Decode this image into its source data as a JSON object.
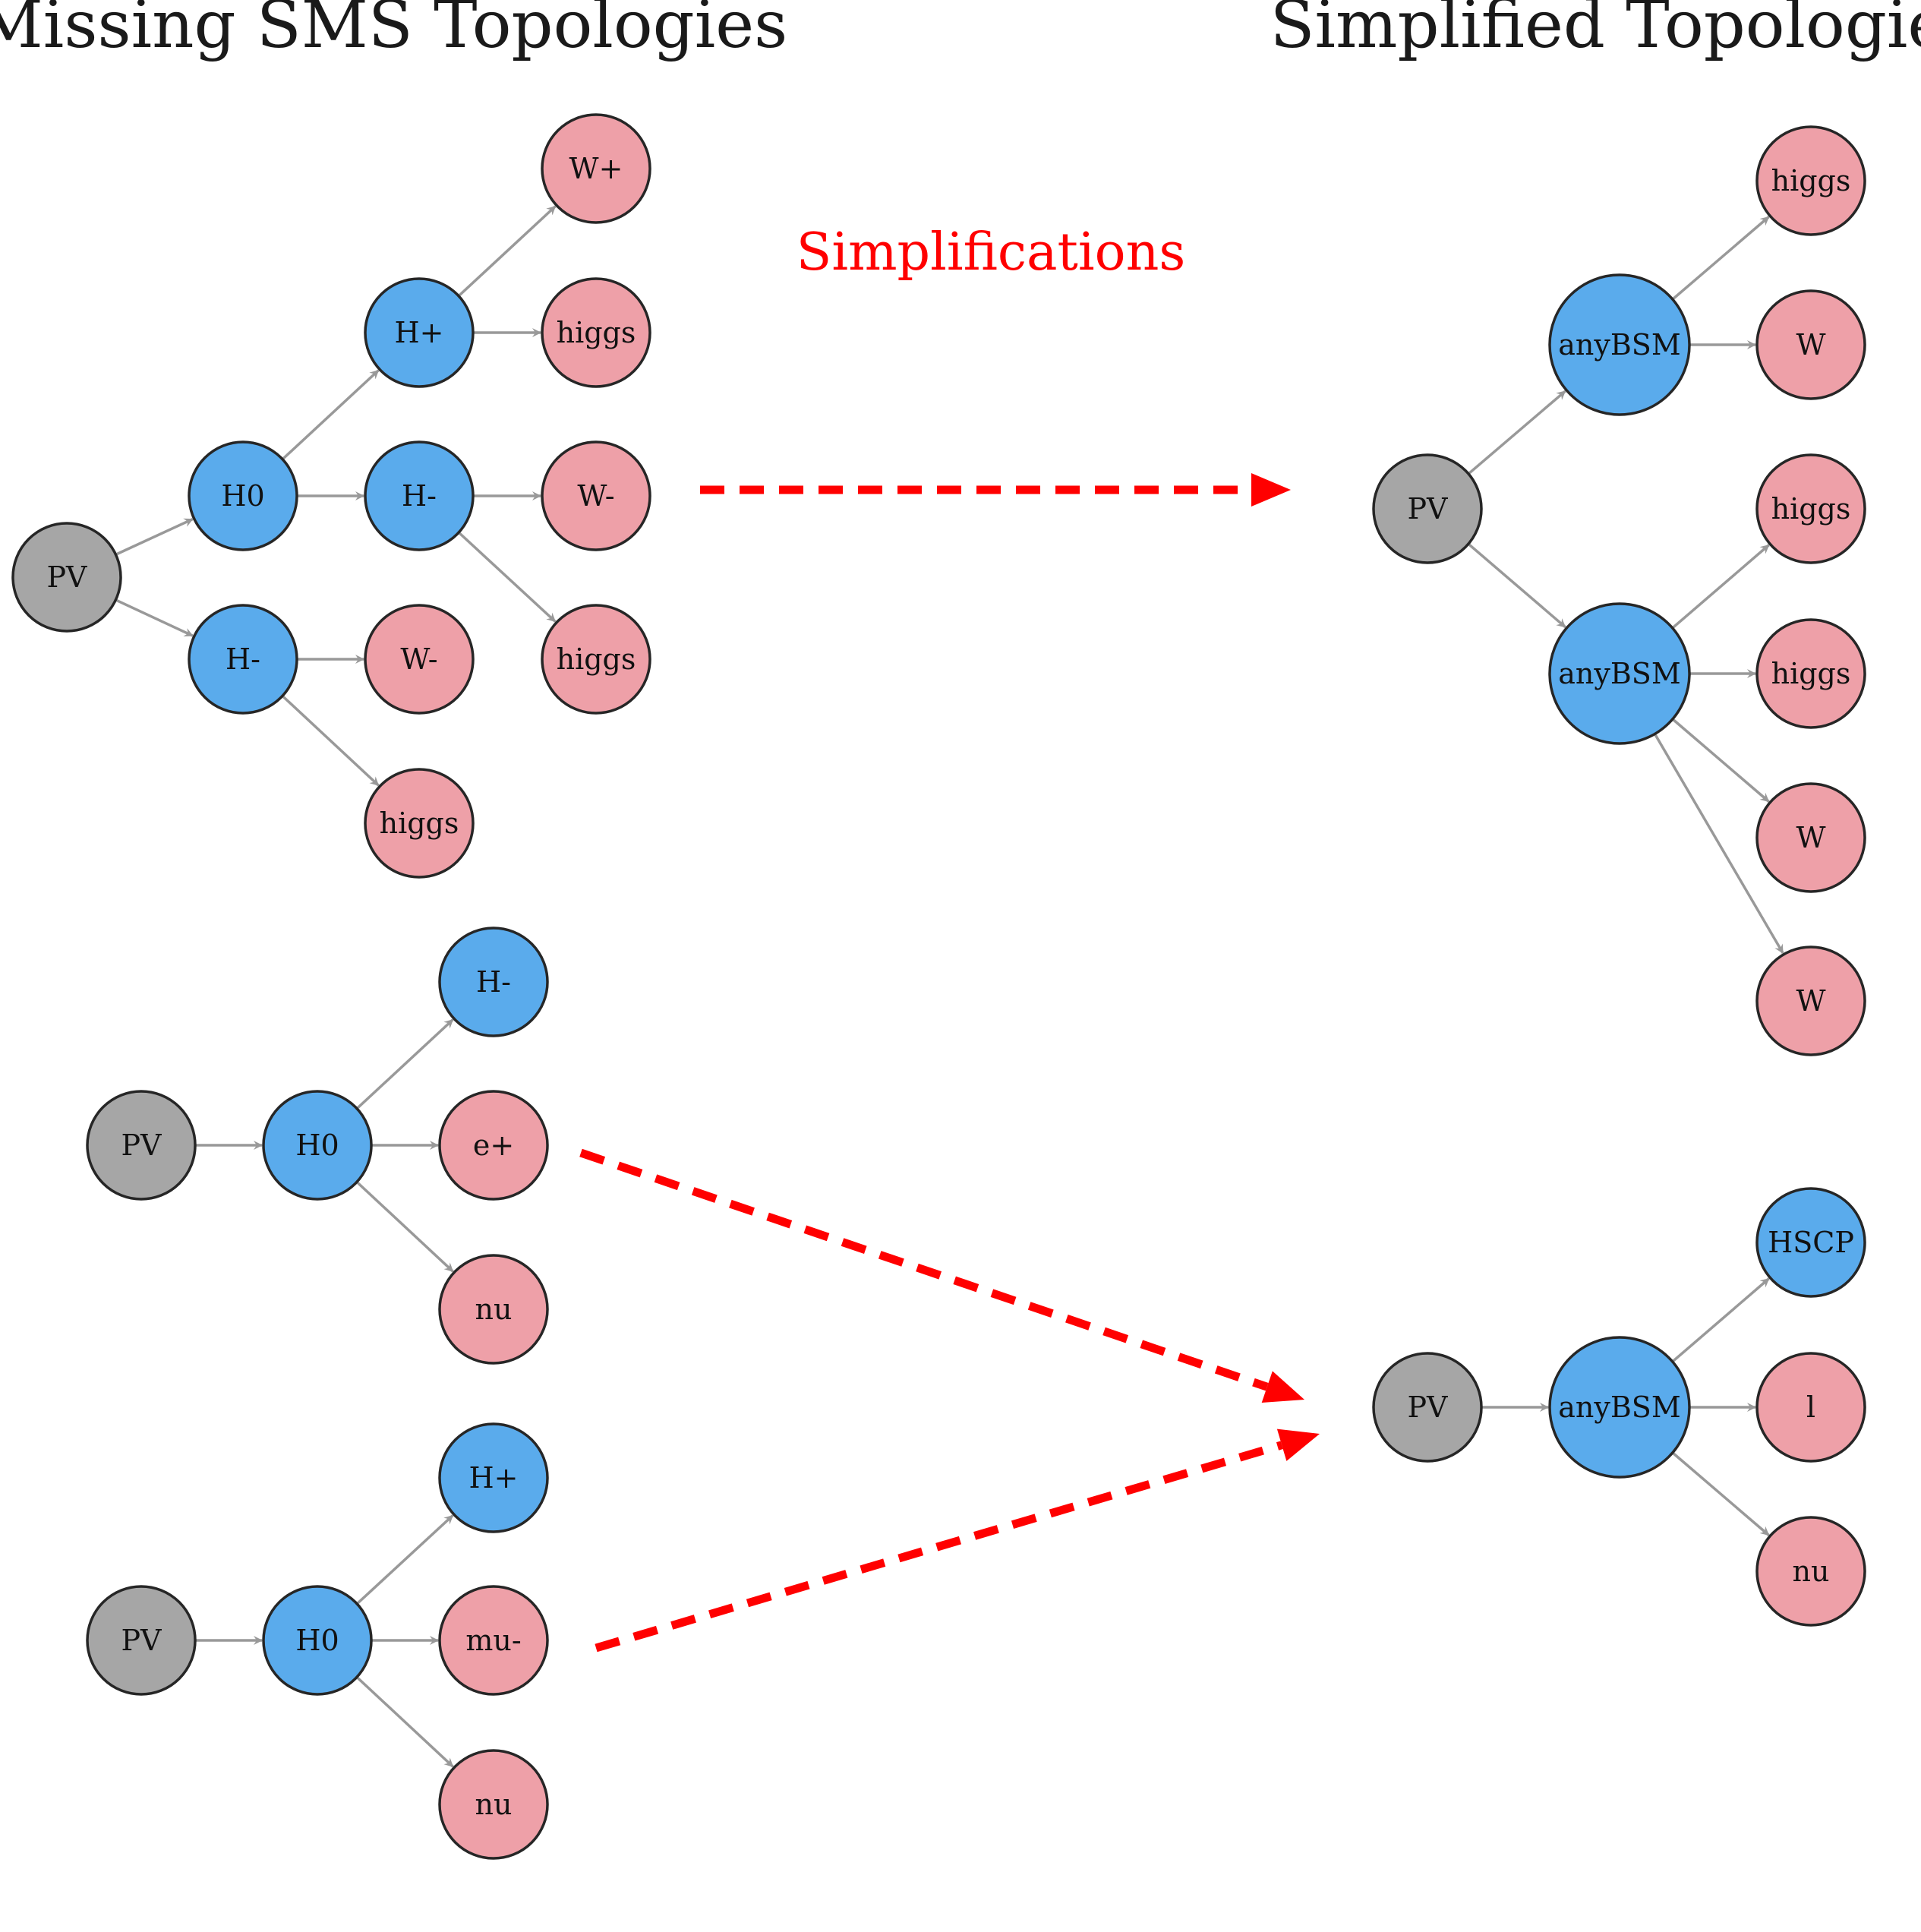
{
  "titles": {
    "left": "Missing SMS Topologies",
    "right": "Simplified Topologies",
    "arrow_label": "Simplifications"
  },
  "colors": {
    "pv": "#a6a6a6",
    "bsm": "#5aabec",
    "sm": "#eea0a8",
    "stroke": "#262626",
    "edge": "#999999",
    "flow": "#ff0000"
  },
  "nodes": [
    {
      "id": "a_pv",
      "label": "PV",
      "kind": "pv"
    },
    {
      "id": "a_h0",
      "label": "H0",
      "kind": "bsm"
    },
    {
      "id": "a_hm",
      "label": "H-",
      "kind": "bsm"
    },
    {
      "id": "a_hp",
      "label": "H+",
      "kind": "bsm"
    },
    {
      "id": "a_hm2",
      "label": "H-",
      "kind": "bsm"
    },
    {
      "id": "a_wp",
      "label": "W+",
      "kind": "sm"
    },
    {
      "id": "a_hg1",
      "label": "higgs",
      "kind": "sm"
    },
    {
      "id": "a_wm1",
      "label": "W-",
      "kind": "sm"
    },
    {
      "id": "a_hg2",
      "label": "higgs",
      "kind": "sm"
    },
    {
      "id": "a_wm2",
      "label": "W-",
      "kind": "sm"
    },
    {
      "id": "a_hg3",
      "label": "higgs",
      "kind": "sm"
    },
    {
      "id": "b_pv",
      "label": "PV",
      "kind": "pv"
    },
    {
      "id": "b_h0",
      "label": "H0",
      "kind": "bsm"
    },
    {
      "id": "b_hm",
      "label": "H-",
      "kind": "bsm"
    },
    {
      "id": "b_ep",
      "label": "e+",
      "kind": "sm"
    },
    {
      "id": "b_nu",
      "label": "nu",
      "kind": "sm"
    },
    {
      "id": "c_pv",
      "label": "PV",
      "kind": "pv"
    },
    {
      "id": "c_h0",
      "label": "H0",
      "kind": "bsm"
    },
    {
      "id": "c_hp",
      "label": "H+",
      "kind": "bsm"
    },
    {
      "id": "c_mu",
      "label": "mu-",
      "kind": "sm"
    },
    {
      "id": "c_nu",
      "label": "nu",
      "kind": "sm"
    },
    {
      "id": "d_pv",
      "label": "PV",
      "kind": "pv"
    },
    {
      "id": "d_b1",
      "label": "anyBSM",
      "kind": "bsm"
    },
    {
      "id": "d_b2",
      "label": "anyBSM",
      "kind": "bsm"
    },
    {
      "id": "d_hg1",
      "label": "higgs",
      "kind": "sm"
    },
    {
      "id": "d_w1",
      "label": "W",
      "kind": "sm"
    },
    {
      "id": "d_hg2",
      "label": "higgs",
      "kind": "sm"
    },
    {
      "id": "d_hg3",
      "label": "higgs",
      "kind": "sm"
    },
    {
      "id": "d_w2",
      "label": "W",
      "kind": "sm"
    },
    {
      "id": "d_w3",
      "label": "W",
      "kind": "sm"
    },
    {
      "id": "e_pv",
      "label": "PV",
      "kind": "pv"
    },
    {
      "id": "e_b",
      "label": "anyBSM",
      "kind": "bsm"
    },
    {
      "id": "e_hscp",
      "label": "HSCP",
      "kind": "bsm"
    },
    {
      "id": "e_l",
      "label": "l",
      "kind": "sm"
    },
    {
      "id": "e_nu",
      "label": "nu",
      "kind": "sm"
    }
  ],
  "edges": [
    [
      "a_pv",
      "a_h0"
    ],
    [
      "a_pv",
      "a_hm2"
    ],
    [
      "a_h0",
      "a_hp"
    ],
    [
      "a_h0",
      "a_hm"
    ],
    [
      "a_hp",
      "a_wp"
    ],
    [
      "a_hp",
      "a_hg1"
    ],
    [
      "a_hm",
      "a_wm1"
    ],
    [
      "a_hm",
      "a_hg2"
    ],
    [
      "a_hm2",
      "a_wm2"
    ],
    [
      "a_hm2",
      "a_hg3"
    ],
    [
      "b_pv",
      "b_h0"
    ],
    [
      "b_h0",
      "b_hm"
    ],
    [
      "b_h0",
      "b_ep"
    ],
    [
      "b_h0",
      "b_nu"
    ],
    [
      "c_pv",
      "c_h0"
    ],
    [
      "c_h0",
      "c_hp"
    ],
    [
      "c_h0",
      "c_mu"
    ],
    [
      "c_h0",
      "c_nu"
    ],
    [
      "d_pv",
      "d_b1"
    ],
    [
      "d_pv",
      "d_b2"
    ],
    [
      "d_b1",
      "d_hg1"
    ],
    [
      "d_b1",
      "d_w1"
    ],
    [
      "d_b2",
      "d_hg2"
    ],
    [
      "d_b2",
      "d_hg3"
    ],
    [
      "d_b2",
      "d_w2"
    ],
    [
      "d_b2",
      "d_w3"
    ],
    [
      "e_pv",
      "e_b"
    ],
    [
      "e_b",
      "e_hscp"
    ],
    [
      "e_b",
      "e_l"
    ],
    [
      "e_b",
      "e_nu"
    ]
  ],
  "flows": [
    {
      "from": "topology-1",
      "to": "simplified-1"
    },
    {
      "from": "topology-2",
      "to": "simplified-2"
    },
    {
      "from": "topology-3",
      "to": "simplified-2"
    }
  ]
}
